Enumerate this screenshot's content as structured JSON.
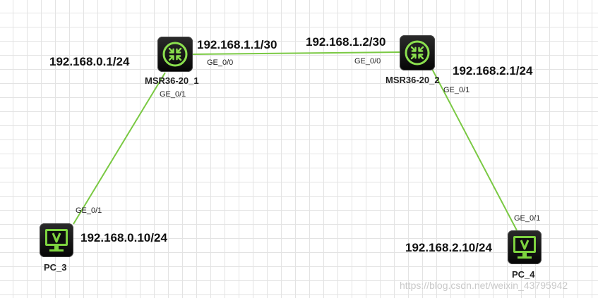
{
  "colors": {
    "link": "#7ac943",
    "device_bg": "#111111",
    "router_ring": "#8be04e",
    "pc_screen": "#7ed43f"
  },
  "devices": {
    "r1": {
      "name": "MSR36-20_1",
      "icon": "router-icon"
    },
    "r2": {
      "name": "MSR36-20_2",
      "icon": "router-icon"
    },
    "pc3": {
      "name": "PC_3",
      "icon": "pc-monitor-icon"
    },
    "pc4": {
      "name": "PC_4",
      "icon": "pc-monitor-icon"
    }
  },
  "ip_labels": {
    "r1_ge01": "192.168.0.1/24",
    "r1_ge00": "192.168.1.1/30",
    "r2_ge00": "192.168.1.2/30",
    "r2_ge01": "192.168.2.1/24",
    "pc3": "192.168.0.10/24",
    "pc4": "192.168.2.10/24"
  },
  "ports": {
    "r1_ge00": "GE_0/0",
    "r1_ge01": "GE_0/1",
    "r2_ge00": "GE_0/0",
    "r2_ge01": "GE_0/1",
    "pc3_ge01": "GE_0/1",
    "pc4_ge01": "GE_0/1"
  },
  "watermark": "https://blog.csdn.net/weixin_43795942"
}
